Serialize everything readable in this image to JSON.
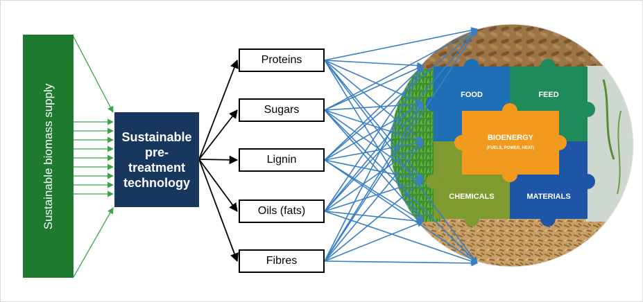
{
  "supply_label": "Sustainable biomass supply",
  "technology_label": "Sustainable pre-treatment technology",
  "products": [
    "Proteins",
    "Sugars",
    "Lignin",
    "Oils (fats)",
    "Fibres"
  ],
  "applications": {
    "food": "FOOD",
    "feed": "FEED",
    "bioenergy": "BIOENERGY",
    "bioenergy_sub": "(FUELS, POWER, HEAT)",
    "chemicals": "CHEMICALS",
    "materials": "MATERIALS"
  },
  "colors": {
    "supply": "#1f7a2f",
    "technology": "#17375e",
    "arrow_green": "#37a647",
    "arrow_blue": "#3a7fc1",
    "food": "#1f6fb6",
    "feed": "#1f8a5a",
    "bioenergy": "#f29a1d",
    "chemicals": "#7f9a2e",
    "materials": "#1f55a6"
  }
}
